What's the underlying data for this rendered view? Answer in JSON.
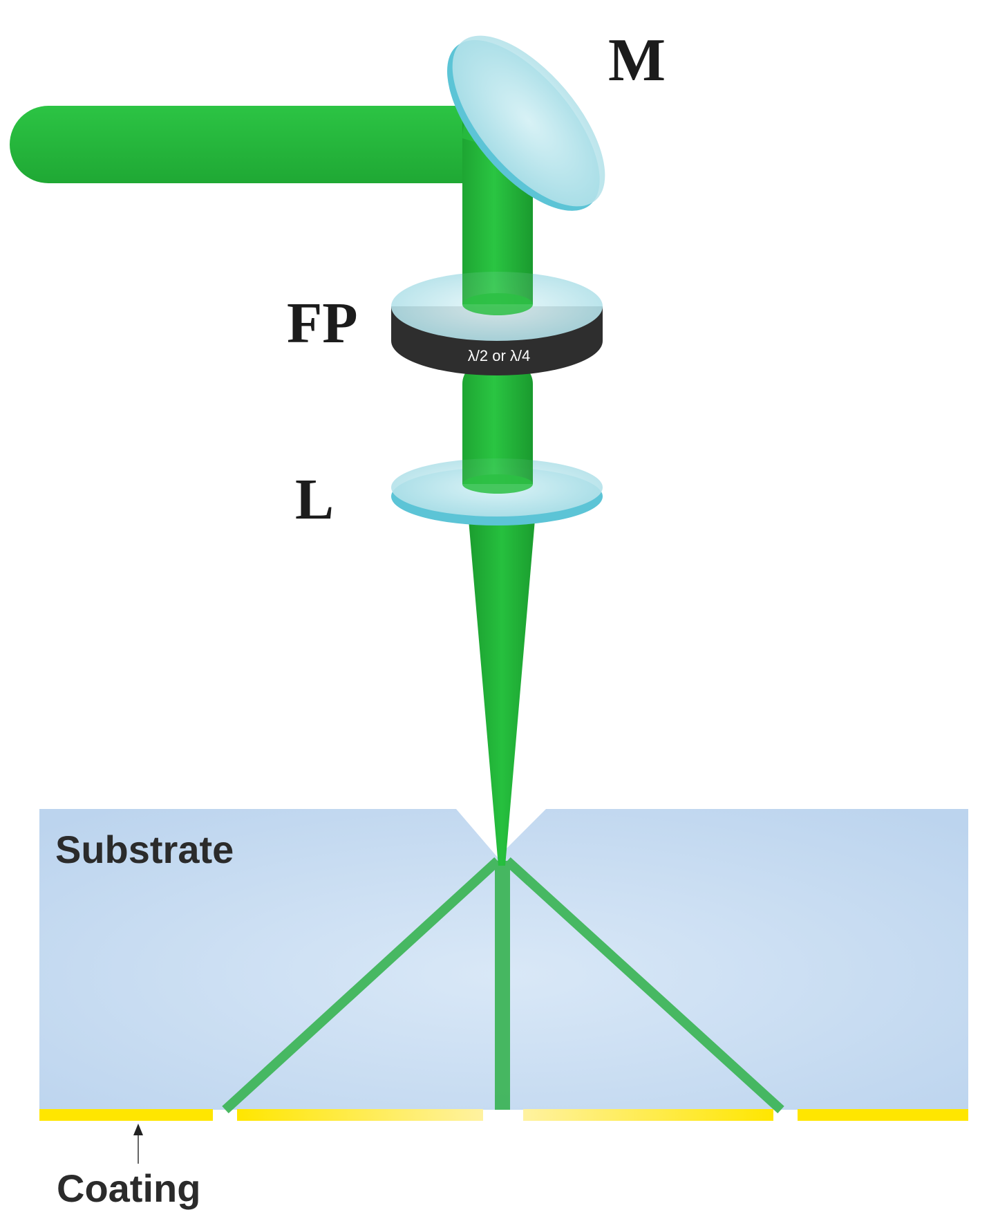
{
  "labels": {
    "mirror": "M",
    "phase_plate": "FP",
    "phase_plate_marking": "λ/2 or λ/4",
    "lens": "L",
    "substrate": "Substrate",
    "coating": "Coating"
  },
  "colors": {
    "beam": "#22b23a",
    "beam_light": "#4cc85d",
    "internal_beam": "#3fb55a",
    "optic_glass": "#bfe7ee",
    "optic_edge": "#5cc4d6",
    "plate_rim": "#2e2e2e",
    "substrate": "#c8dcf1",
    "coating": "#ffe600",
    "text": "#1c1c1c"
  }
}
